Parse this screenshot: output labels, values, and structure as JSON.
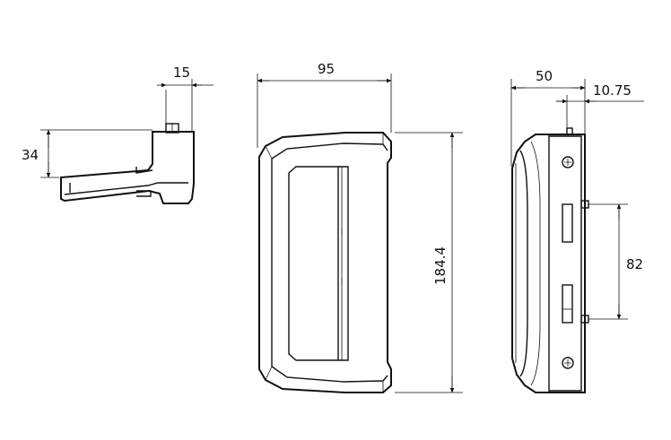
{
  "drawing": {
    "side_view": {
      "dim_width": "15",
      "dim_height": "34"
    },
    "front_view": {
      "dim_width": "95",
      "dim_height": "184.4"
    },
    "rear_view": {
      "dim_width": "50",
      "dim_offset": "10.75",
      "dim_spacing": "82"
    }
  }
}
